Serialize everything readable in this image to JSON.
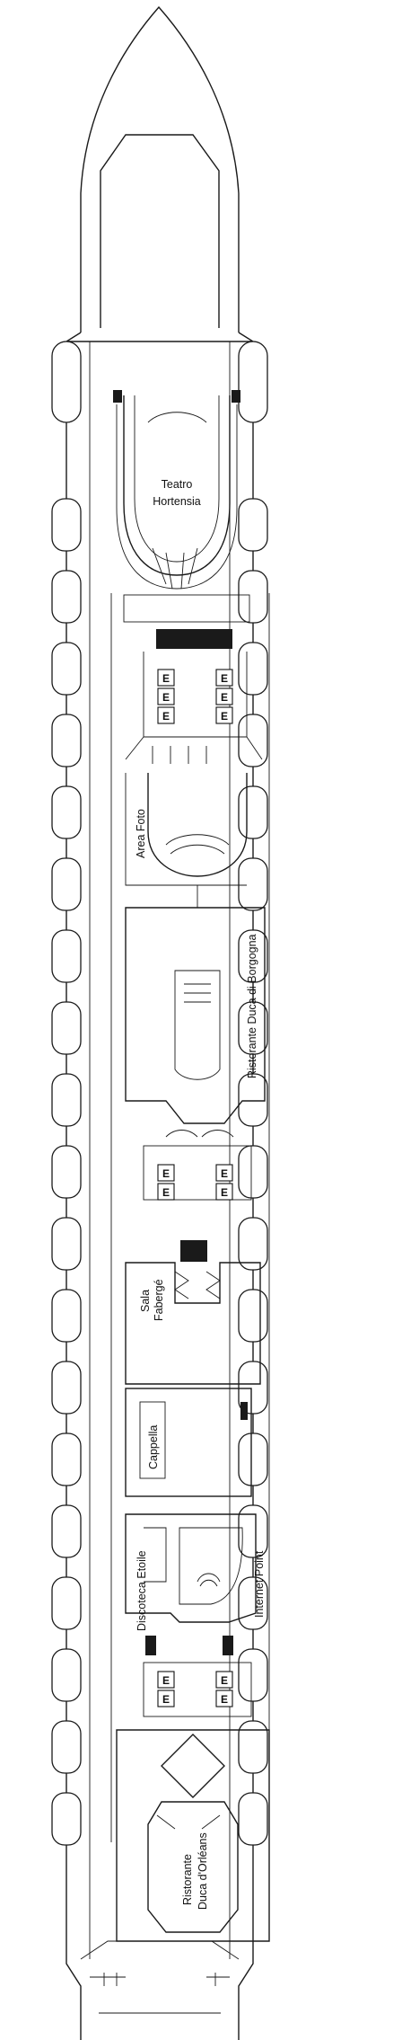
{
  "deck_plan": {
    "areas": {
      "teatro": [
        "Teatro",
        "Hortensia"
      ],
      "area_foto": "Area Foto",
      "ristorante_borgogna": "Ristorante Duca di Borgogna",
      "sala_faberge": [
        "Sala",
        "Fabergé"
      ],
      "cappella": "Cappella",
      "discoteca": "Discoteca Etoile",
      "internet_point": "Internet Point",
      "ristorante_orleans": [
        "Ristorante",
        "Duca d'Orléans"
      ]
    },
    "elevator_symbol": "E"
  }
}
